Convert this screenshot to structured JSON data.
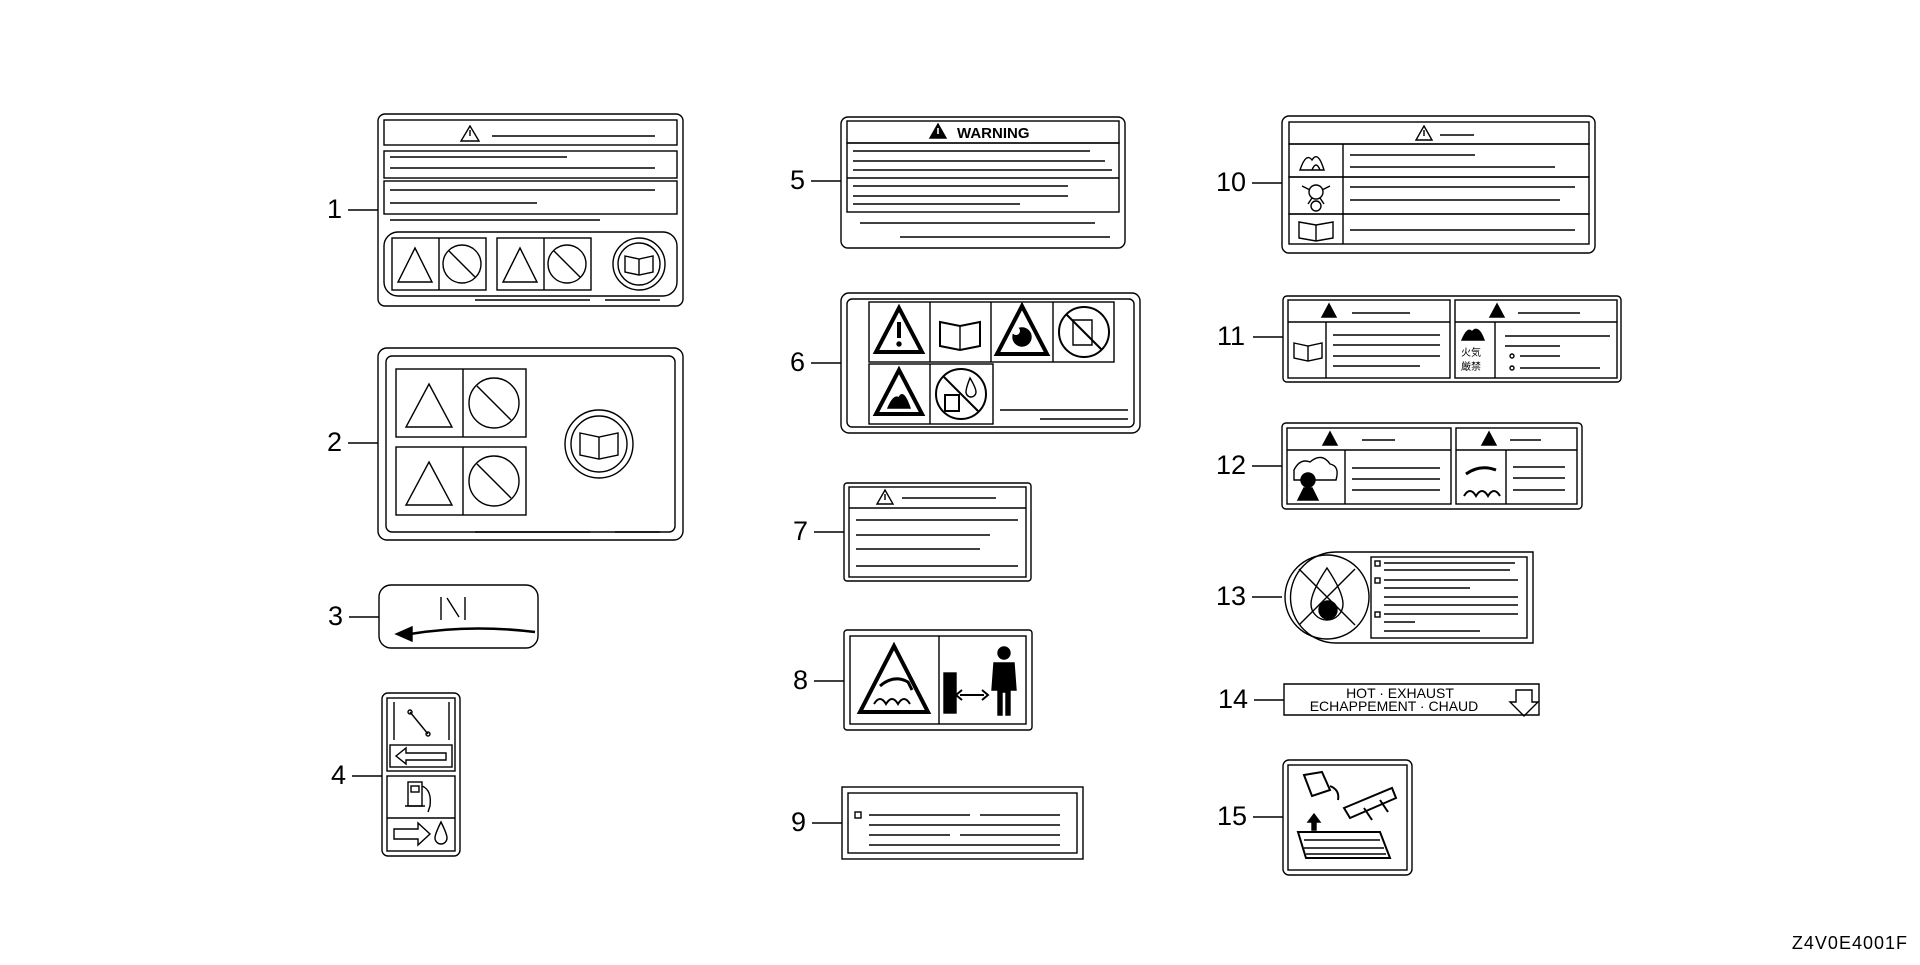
{
  "diagram": {
    "callouts": [
      "1",
      "2",
      "3",
      "4",
      "5",
      "6",
      "7",
      "8",
      "9",
      "10",
      "11",
      "12",
      "13",
      "14",
      "15"
    ],
    "warning_title": "WARNING",
    "hot_exhaust_line1": "HOT · EXHAUST",
    "hot_exhaust_line2": "ECHAPPEMENT · CHAUD",
    "kanji_line1": "火気",
    "kanji_line2": "厳禁",
    "drawing_code": "Z4V0E4001F"
  },
  "colors": {
    "line": "#000000",
    "background": "#ffffff"
  },
  "icons": [
    "warning-triangle-icon",
    "prohibition-icon",
    "manual-book-icon",
    "throttle-icon",
    "fuel-pump-icon",
    "arrow-left-icon",
    "arrow-right-icon",
    "drip-icon",
    "hot-surface-icon",
    "person-clearance-icon",
    "fire-icon",
    "no-flame-icon",
    "no-fuel-drop-icon",
    "oil-pour-icon",
    "down-arrow-icon"
  ]
}
